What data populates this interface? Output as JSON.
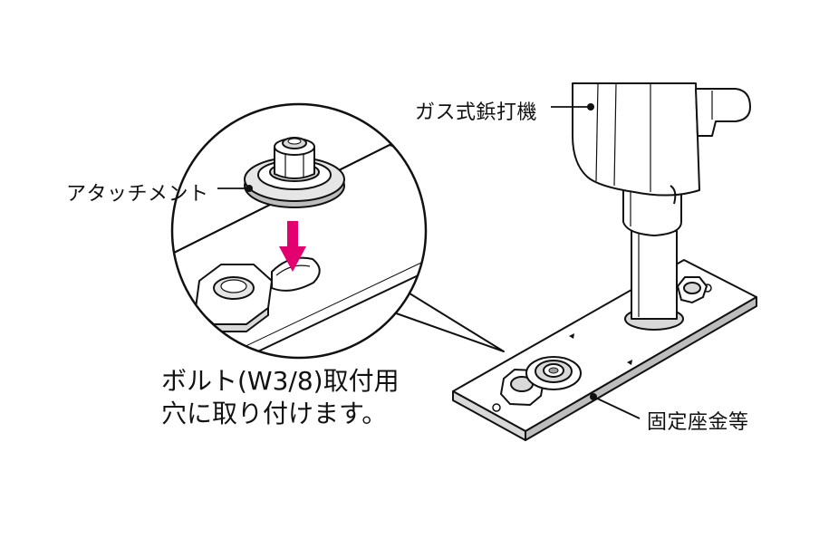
{
  "labels": {
    "nail_gun": "ガス式鋲打機",
    "attachment": "アタッチメント",
    "fixing_washer": "固定座金等"
  },
  "caption": {
    "line1": "ボルト(W3/8)取付用",
    "line2": "穴に取り付けます。"
  },
  "colors": {
    "arrow": "#e3006f",
    "line": "#111111",
    "shade": "#d9d9d9",
    "light": "#efefef"
  },
  "icons": {
    "arrow": "down-arrow-icon"
  }
}
